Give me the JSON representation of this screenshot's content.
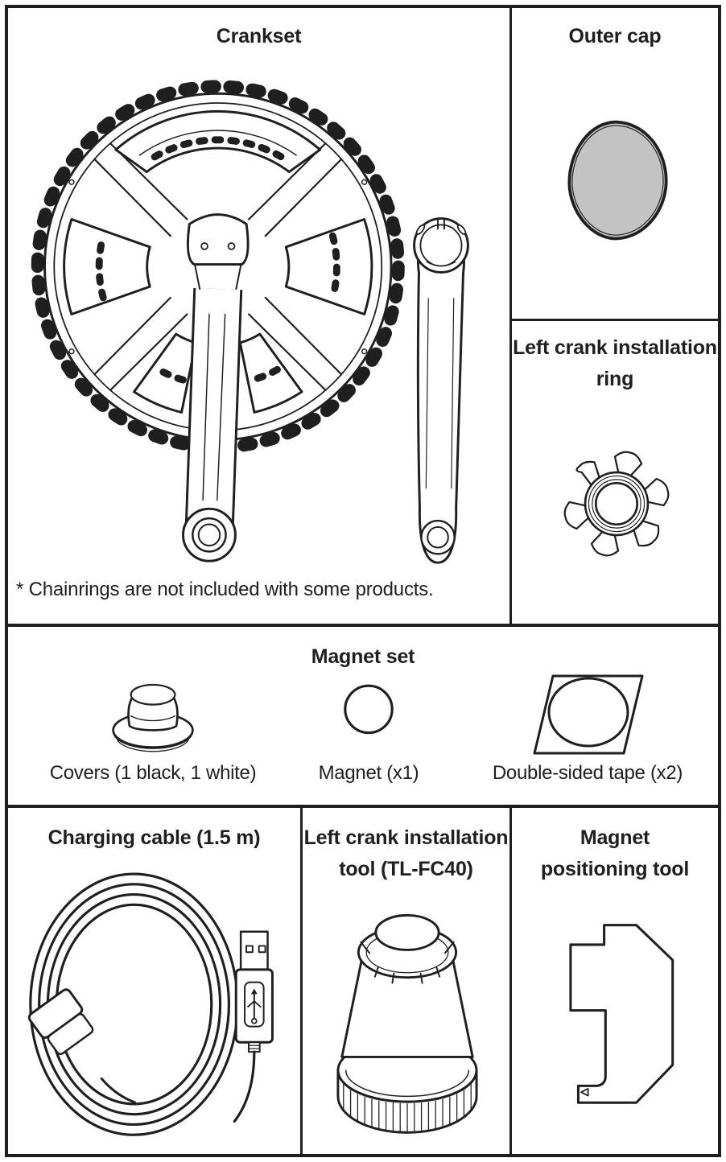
{
  "colors": {
    "ink": "#1f1f1f",
    "cap_fill": "#c3c3c3"
  },
  "cells": {
    "crankset": {
      "title_lines": [
        "Crankset"
      ],
      "note": "* Chainrings are not included with some products.",
      "icon": "crankset-illustration"
    },
    "outer_cap": {
      "title_lines": [
        "Outer cap"
      ],
      "icon": "outer-cap-illustration"
    },
    "install_ring": {
      "title_lines": [
        "Left crank installation",
        "ring"
      ],
      "icon": "left-crank-installation-ring-illustration"
    },
    "magnet_set": {
      "title_lines": [
        "Magnet set"
      ],
      "items": [
        {
          "label": "Covers (1 black, 1 white)",
          "icon": "covers-illustration"
        },
        {
          "label": "Magnet (x1)",
          "icon": "magnet-illustration"
        },
        {
          "label": "Double-sided tape (x2)",
          "icon": "double-sided-tape-illustration"
        }
      ]
    },
    "charging_cable": {
      "title_lines": [
        "Charging cable (1.5 m)"
      ],
      "icon": "charging-cable-illustration"
    },
    "install_tool": {
      "title_lines": [
        "Left crank installation",
        "tool (TL-FC40)"
      ],
      "icon": "left-crank-installation-tool-illustration"
    },
    "magnet_tool": {
      "title_lines": [
        "Magnet",
        "positioning tool"
      ],
      "icon": "magnet-positioning-tool-illustration"
    }
  }
}
